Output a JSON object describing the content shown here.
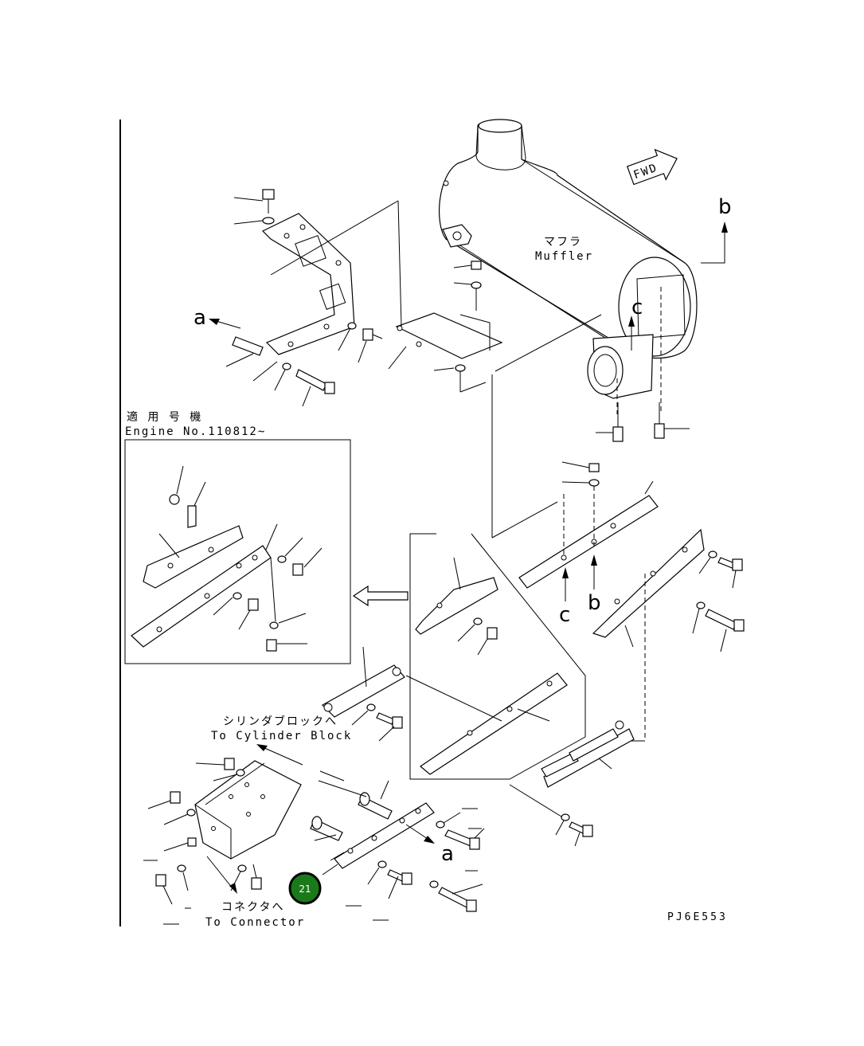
{
  "labels": {
    "muffler_jp": "マフラ",
    "muffler_en": "Muffler",
    "fwd": "FWD",
    "applicable_jp": "適 用 号 機",
    "engine_no": "Engine No.110812~",
    "cylinder_jp": "シリンダブロックへ",
    "cylinder_en": "To Cylinder Block",
    "connector_jp": "コネクタへ",
    "connector_en": "To Connector",
    "drawing_code": "PJ6E553"
  },
  "refs": {
    "a_top": "a",
    "a_bottom": "a",
    "b_top": "b",
    "b_mid": "b",
    "c_muffler": "c",
    "c_bracket": "c"
  },
  "callout": {
    "number": "21",
    "color": "#1a7a1a"
  }
}
